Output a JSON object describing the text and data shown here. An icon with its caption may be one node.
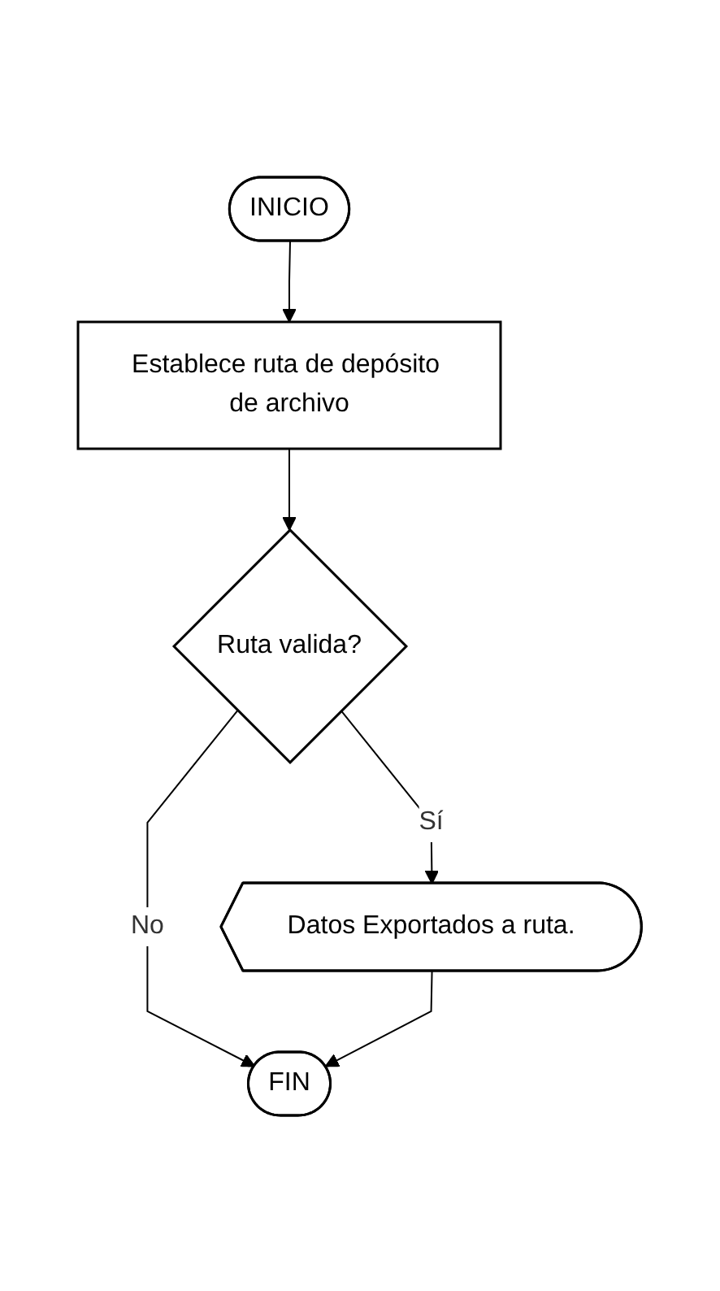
{
  "diagram": {
    "nodes": [
      {
        "text": [
          "INICIO"
        ]
      },
      {
        "text": [
          "Establece ruta de depósito de archivo"
        ]
      },
      {
        "text": [
          "Ruta valida?"
        ]
      },
      {
        "text": [
          "Datos Exportados a ruta."
        ]
      },
      {
        "text": [
          "FIN"
        ]
      }
    ],
    "edges": [
      {
        "from": 0,
        "to": 1,
        "arrow": "to"
      },
      {
        "from": 1,
        "to": 2,
        "arrow": "to"
      },
      {
        "from": 2,
        "to": 3,
        "arrow": "to",
        "label": "Sí"
      },
      {
        "from": 2,
        "to": 4,
        "arrow": "to",
        "label": "No"
      },
      {
        "from": 3,
        "to": 4,
        "arrow": "to"
      }
    ]
  }
}
